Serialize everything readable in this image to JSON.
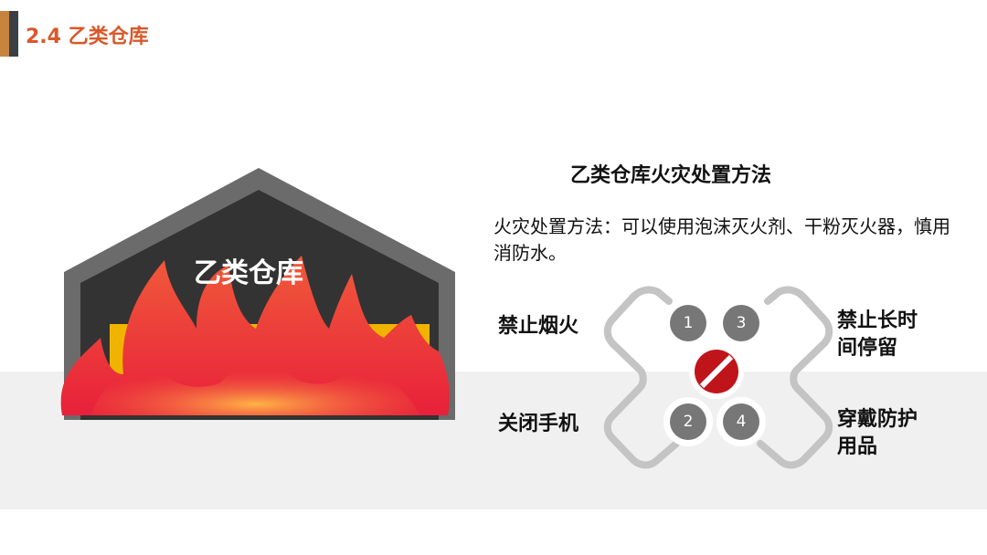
{
  "header": {
    "title": "2.4 乙类仓库"
  },
  "illustration": {
    "label": "乙类仓库"
  },
  "section": {
    "heading": "乙类仓库火灾处置方法",
    "description": "火灾处置方法：可以使用泡沫灭火剂、干粉灭火器，慎用消防水。"
  },
  "rules": [
    {
      "number": "1",
      "label": "禁止烟火"
    },
    {
      "number": "2",
      "label": "关闭手机"
    },
    {
      "number": "3",
      "label": "禁止长时间停留"
    },
    {
      "number": "4",
      "label": "穿戴防护用品"
    }
  ],
  "colors": {
    "accent": "#d9582a",
    "no_sign": "#c0141b"
  }
}
